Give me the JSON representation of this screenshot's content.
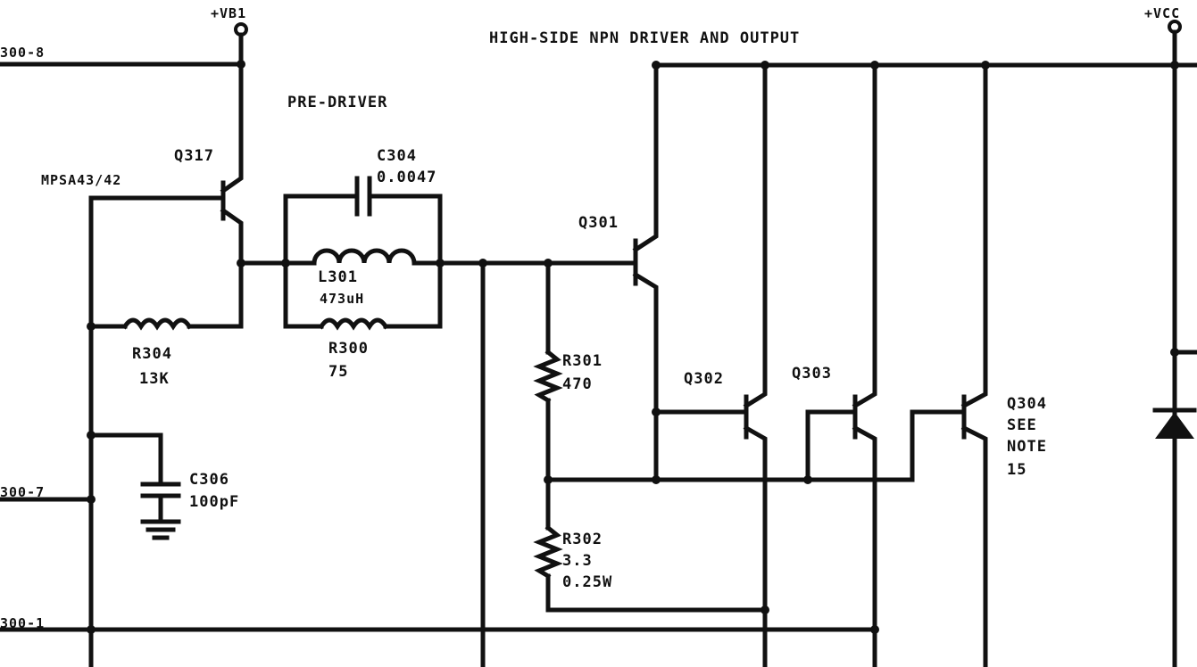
{
  "title": "HIGH-SIDE NPN DRIVER AND OUTPUT",
  "section_label": "PRE-DRIVER",
  "rails": {
    "left": "+VB1",
    "right": "+VCC"
  },
  "connectors": {
    "top": "300-8",
    "middle": "300-7",
    "bottom": "300-1"
  },
  "components": {
    "q317": {
      "ref": "Q317",
      "part": "MPSA43/42"
    },
    "c304": {
      "ref": "C304",
      "value": "0.0047"
    },
    "l301": {
      "ref": "L301",
      "value": "473uH"
    },
    "r300": {
      "ref": "R300",
      "value": "75"
    },
    "r304": {
      "ref": "R304",
      "value": "13K"
    },
    "c306": {
      "ref": "C306",
      "value": "100pF"
    },
    "q301": {
      "ref": "Q301"
    },
    "r301": {
      "ref": "R301",
      "value": "470"
    },
    "r302": {
      "ref": "R302",
      "value": "3.3",
      "rating": "0.25W"
    },
    "q302": {
      "ref": "Q302"
    },
    "q303": {
      "ref": "Q303"
    },
    "q304": {
      "ref": "Q304",
      "note": "SEE",
      "note2": "NOTE",
      "note3": "15"
    }
  }
}
